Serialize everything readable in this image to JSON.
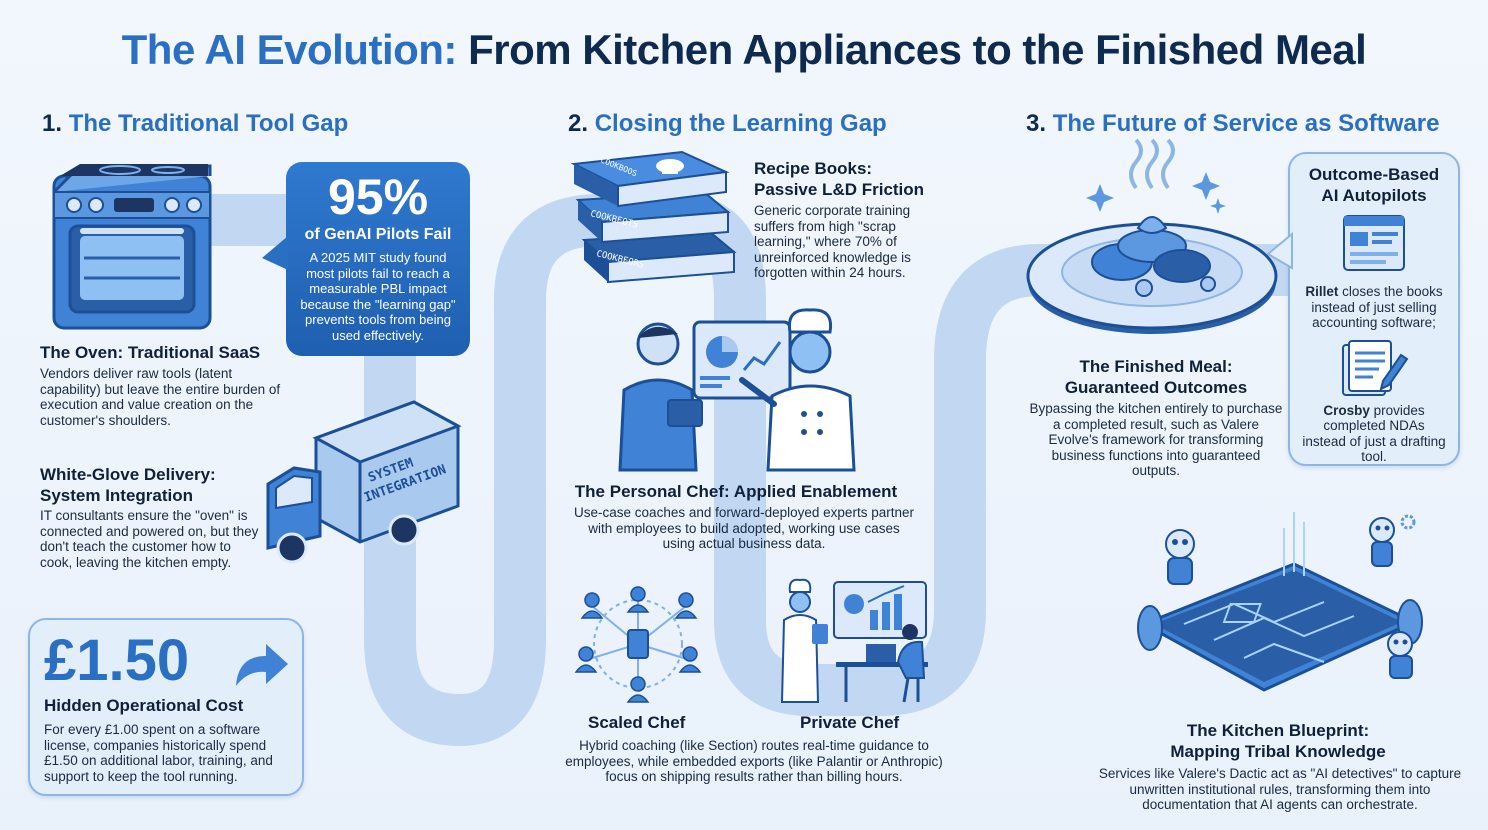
{
  "title": {
    "highlight": "The AI Evolution:",
    "rest": "From Kitchen Appliances to the Finished Meal"
  },
  "sections": [
    {
      "num": "1.",
      "label": "The Traditional Tool Gap"
    },
    {
      "num": "2.",
      "label": "Closing the Learning Gap"
    },
    {
      "num": "3.",
      "label": "The Future of Service as Software"
    }
  ],
  "stat95": {
    "value": "95%",
    "label": "of GenAI Pilots Fail",
    "body": "A 2025 MIT study found most pilots fail to reach a measurable PBL impact because the \"learning gap\" prevents tools from being used effectively."
  },
  "oven": {
    "heading": "The Oven: Traditional SaaS",
    "body": "Vendors deliver raw tools (latent capability) but leave the entire burden of execution and value creation on the customer's shoulders."
  },
  "delivery": {
    "heading1": "White-Glove Delivery:",
    "heading2": "System Integration",
    "body": "IT consultants ensure the \"oven\" is connected and powered on, but they don't teach the customer how to cook, leaving the kitchen empty.",
    "truck_text1": "SYSTEM",
    "truck_text2": "INTEGRATION"
  },
  "cost": {
    "value": "£1.50",
    "heading": "Hidden Operational Cost",
    "body": "For every £1.00 spent on a software license, companies historically spend £1.50 on additional labor, training, and support to keep the tool running."
  },
  "recipe": {
    "heading1": "Recipe Books:",
    "heading2": "Passive L&D Friction",
    "body": "Generic corporate training suffers from high \"scrap learning,\" where 70% of unreinforced knowledge is forgotten within 24 hours.",
    "book1": "COOKBOOS",
    "book2": "COOKBEOTS",
    "book3": "COOKBEORS"
  },
  "personal_chef": {
    "heading": "The Personal Chef: Applied Enablement",
    "body": "Use-case coaches and forward-deployed experts partner with employees to build adopted, working use cases using actual business data."
  },
  "scaled_chef": {
    "heading": "Scaled Chef"
  },
  "private_chef": {
    "heading": "Private Chef"
  },
  "chefs_body": "Hybrid coaching (like Section) routes real-time guidance to employees, while embedded exports (like Palantir or Anthropic) focus on shipping results rather than billing hours.",
  "meal": {
    "heading1": "The Finished Meal:",
    "heading2": "Guaranteed Outcomes",
    "body": "Bypassing the kitchen entirely to purchase a completed result, such as Valere Evolve's framework for transforming business functions into guaranteed outputs."
  },
  "autopilots": {
    "heading1": "Outcome-Based",
    "heading2": "AI Autopilots",
    "rillet_name": "Rillet",
    "rillet_body": " closes the books instead of just selling accounting software;",
    "crosby_name": "Crosby",
    "crosby_body": " provides completed NDAs instead of just a drafting tool."
  },
  "blueprint": {
    "heading1": "The Kitchen Blueprint:",
    "heading2": "Mapping Tribal Knowledge",
    "body": "Services like Valere's Dactic act as \"AI detectives\" to capture unwritten institutional rules, transforming them into documentation that AI agents can orchestrate."
  },
  "colors": {
    "accent": "#2a6fc1",
    "navy": "#0f2a4f",
    "path": "#c2d8f2"
  }
}
